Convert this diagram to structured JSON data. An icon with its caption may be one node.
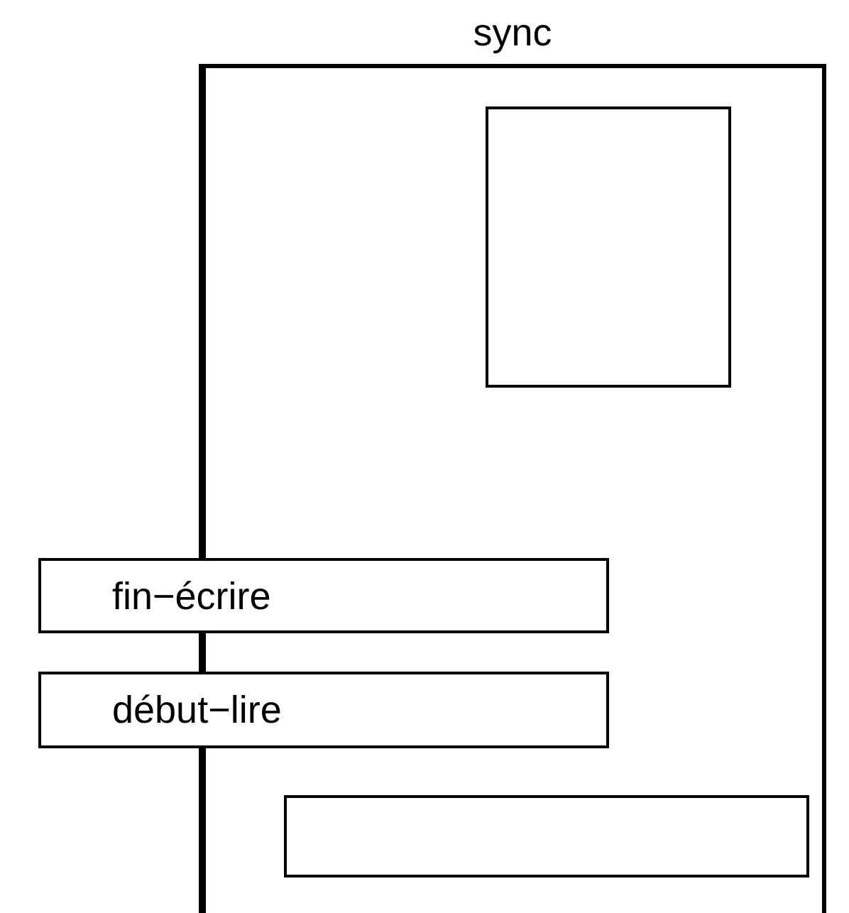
{
  "diagram": {
    "nodes": [
      {
        "text": [
          "sync"
        ]
      },
      {
        "text": [],
        "shape": "box",
        "in": 0
      },
      {
        "text": [
          "fin−écrire"
        ]
      },
      {
        "text": [
          "début−lire"
        ]
      },
      {
        "text": [],
        "shape": "box",
        "in": 0
      }
    ],
    "edges": []
  }
}
